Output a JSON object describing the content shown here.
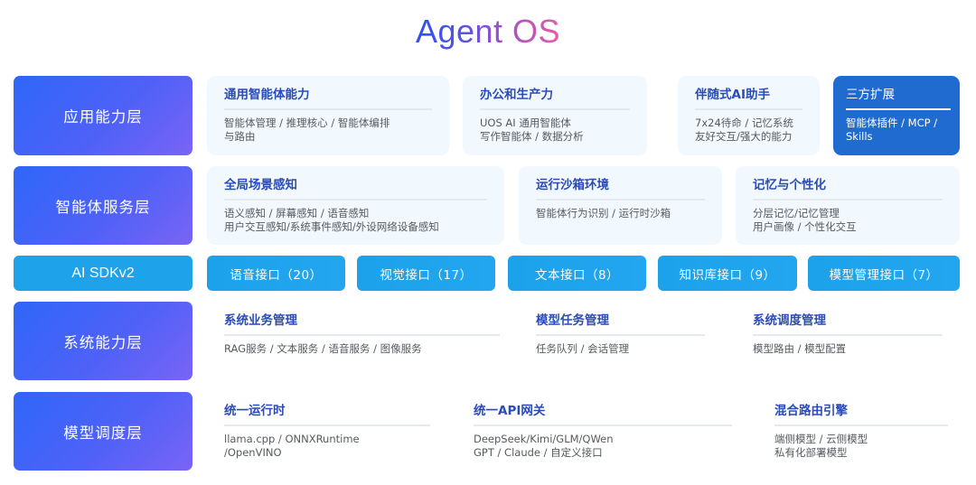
{
  "title": "Agent OS",
  "colors": {
    "title_gradient": [
      "#2f4ff0",
      "#a24fc6",
      "#e45da6"
    ],
    "layer_label_gradient": [
      "#2e67f8",
      "#7a64f6"
    ],
    "card_bg": "#f1f9fe",
    "card_title": "#2a4bb8",
    "card_body": "#555a60",
    "highlight_card": "#1f6bd0",
    "sdk_blue": "#1ea3ea"
  },
  "layers": {
    "application": {
      "label": "应用能力层",
      "cards": [
        {
          "title": "通用智能体能力",
          "body": "智能体管理 / 推理核心 / 智能体编排\n与路由"
        },
        {
          "title": "办公和生产力",
          "body": "UOS AI 通用智能体\n写作智能体 / 数据分析"
        },
        {
          "title": "伴随式AI助手",
          "body": "7x24待命 / 记忆系统\n友好交互/强大的能力"
        },
        {
          "title": "三方扩展",
          "body": "智能体插件 / MCP /\nSkills"
        }
      ]
    },
    "agent_service": {
      "label": "智能体服务层",
      "cards": [
        {
          "title": "全局场景感知",
          "body": "语义感知 / 屏幕感知 / 语音感知\n用户交互感知/系统事件感知/外设网络设备感知"
        },
        {
          "title": "运行沙箱环境",
          "body": "智能体行为识别 / 运行时沙箱"
        },
        {
          "title": "记忆与个性化",
          "body": "分层记忆/记忆管理\n用户画像 / 个性化交互"
        }
      ]
    },
    "sdk": {
      "label": "AI SDKv2",
      "interfaces": [
        {
          "label": "语音接口（20）"
        },
        {
          "label": "视觉接口（17）"
        },
        {
          "label": "文本接口（8）"
        },
        {
          "label": "知识库接口（9）"
        },
        {
          "label": "模型管理接口（7）"
        }
      ]
    },
    "system": {
      "label": "系统能力层",
      "cards": [
        {
          "title": "系统业务管理",
          "body": "RAG服务 / 文本服务 / 语音服务 / 图像服务"
        },
        {
          "title": "模型任务管理",
          "body": "任务队列 / 会话管理"
        },
        {
          "title": "系统调度管理",
          "body": "模型路由 / 模型配置"
        }
      ]
    },
    "model_scheduling": {
      "label": "模型调度层",
      "cards": [
        {
          "title": "统一运行时",
          "body": "llama.cpp / ONNXRuntime\n/OpenVINO"
        },
        {
          "title": "统一API网关",
          "body": "DeepSeek/Kimi/GLM/QWen\nGPT / Claude / 自定义接口"
        },
        {
          "title": "混合路由引擎",
          "body": "端侧模型 / 云侧模型\n私有化部署模型"
        }
      ]
    }
  }
}
